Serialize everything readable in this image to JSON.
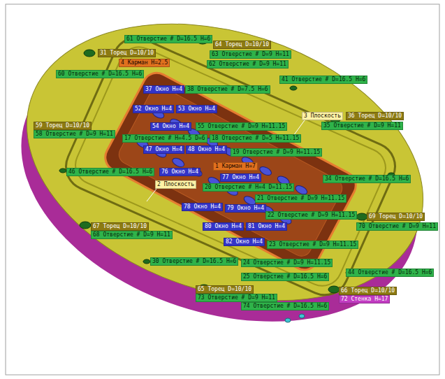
{
  "diagram": {
    "nodes": [
      {
        "text": [
          "61 Отверстие # D=16.5 H=6"
        ]
      },
      {
        "text": [
          "64 Торец D=10/10"
        ]
      },
      {
        "text": [
          "31 Торец D=10/10"
        ]
      },
      {
        "text": [
          "63 Отверстие # D=9 H=11"
        ]
      },
      {
        "text": [
          "4 Карман H=2.5"
        ]
      },
      {
        "text": [
          "62 Отверстие # D=9 H=11"
        ]
      },
      {
        "text": [
          "60 Отверстие # D=16.5 H=6"
        ]
      },
      {
        "text": [
          "41 Отверстие # D=16.5 H=6"
        ]
      },
      {
        "text": [
          "37 Окно H=4"
        ]
      },
      {
        "text": [
          "38 Отверстие # D=7.5 H=6"
        ]
      },
      {
        "text": [
          "52 Окно H=4"
        ]
      },
      {
        "text": [
          "53 Окно H=4"
        ]
      },
      {
        "text": [
          "3 Плоскость"
        ]
      },
      {
        "text": [
          "36 Торец D=10/10"
        ]
      },
      {
        "text": [
          "59 Торец D=10/10"
        ]
      },
      {
        "text": [
          "54 Окно H=4"
        ]
      },
      {
        "text": [
          "55 Отверстие # D=9 H=11.15"
        ]
      },
      {
        "text": [
          "35 Отверстие # D=9 H=11"
        ]
      },
      {
        "text": [
          "58 Отверстие # D=9 H=11"
        ]
      },
      {
        "text": [
          "17 Отверстие # H=4.5 D=6"
        ]
      },
      {
        "text": [
          "18 Отверстие # D=5 H=11.15"
        ]
      },
      {
        "text": [
          "47 Окно H=4"
        ]
      },
      {
        "text": [
          "48 Окно H=4"
        ]
      },
      {
        "text": [
          "19 Отверстие # D=9 H=11.15"
        ]
      },
      {
        "text": [
          "1 Карман H=7"
        ]
      },
      {
        "text": [
          "46 Отверстие # D=16.5 H=6"
        ]
      },
      {
        "text": [
          "76 Окно H=4"
        ]
      },
      {
        "text": [
          "77 Окно H=4"
        ]
      },
      {
        "text": [
          "34 Отверстие # D=16.5 H=6"
        ]
      },
      {
        "text": [
          "2 Плоскость"
        ]
      },
      {
        "text": [
          "20 Отверстие # H=4 D=11.15"
        ]
      },
      {
        "text": [
          "21 Отверстие # D=9 H=11.15"
        ]
      },
      {
        "text": [
          "78 Окно H=4"
        ]
      },
      {
        "text": [
          "79 Окно H=4"
        ]
      },
      {
        "text": [
          "22 Отверстие # D=9 H=11.15"
        ]
      },
      {
        "text": [
          "69 Торец D=10/10"
        ]
      },
      {
        "text": [
          "67 Торец D=10/10"
        ]
      },
      {
        "text": [
          "80 Окно H=4"
        ]
      },
      {
        "text": [
          "81 Окно H=4"
        ]
      },
      {
        "text": [
          "70 Отверстие # D=9 H=11"
        ]
      },
      {
        "text": [
          "68 Отверстие # D=9 H=11"
        ]
      },
      {
        "text": [
          "82 Окно H=4"
        ]
      },
      {
        "text": [
          "23 Отверстие # D=9 H=11.15"
        ]
      },
      {
        "text": [
          "30 Отверстие # D=16.5 H=6"
        ]
      },
      {
        "text": [
          "24 Отверстие # D=9 H=11.15"
        ]
      },
      {
        "text": [
          "44 Отверстие # D=16.5 H=6"
        ]
      },
      {
        "text": [
          "25 Отверстие # D=16.5 H=6"
        ]
      },
      {
        "text": [
          "65 Торец D=10/10"
        ]
      },
      {
        "text": [
          "66 Торец D=10/10"
        ]
      },
      {
        "text": [
          "73 Отверстие # D=9 H=11"
        ]
      },
      {
        "text": [
          "72 Стенка H=17"
        ]
      },
      {
        "text": [
          "74 Отверстие # D=16.5 H=6"
        ]
      }
    ]
  }
}
